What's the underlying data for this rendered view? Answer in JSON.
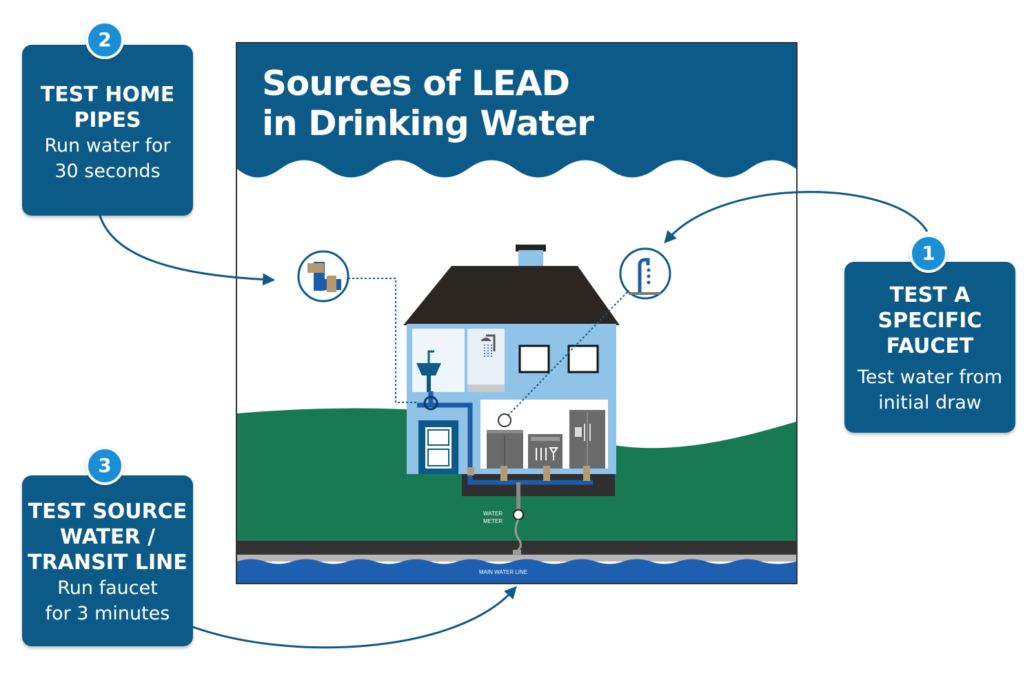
{
  "title": {
    "line1": "Sources of LEAD",
    "line2": "in Drinking Water"
  },
  "callouts": [
    {
      "number": "1",
      "heading": [
        "TEST A",
        "SPECIFIC",
        "FAUCET"
      ],
      "detail": [
        "Test water from",
        "initial draw"
      ]
    },
    {
      "number": "2",
      "heading": [
        "TEST HOME",
        "PIPES"
      ],
      "detail": [
        "Run water for",
        "30 seconds"
      ]
    },
    {
      "number": "3",
      "heading": [
        "TEST SOURCE",
        "WATER /",
        "TRANSIT LINE"
      ],
      "detail": [
        "Run faucet",
        "for 3 minutes"
      ]
    }
  ],
  "labels": {
    "water_meter": [
      "WATER",
      "METER"
    ],
    "main_water_line": "MAIN WATER LINE"
  },
  "colors": {
    "navy": "#0c5a87",
    "badge": "#1a8fd6",
    "house": "#8fc3e8",
    "grass": "#177a55",
    "roof": "#2c2623",
    "pipe": "#1c5ca8",
    "lead": "#b39a70",
    "water": "#1f5fb0"
  },
  "icons": [
    "pipe-joint-icon",
    "faucet-icon",
    "sink-icon",
    "shower-icon",
    "door-icon",
    "refrigerator-icon",
    "dishwasher-icon",
    "water-meter-icon"
  ]
}
